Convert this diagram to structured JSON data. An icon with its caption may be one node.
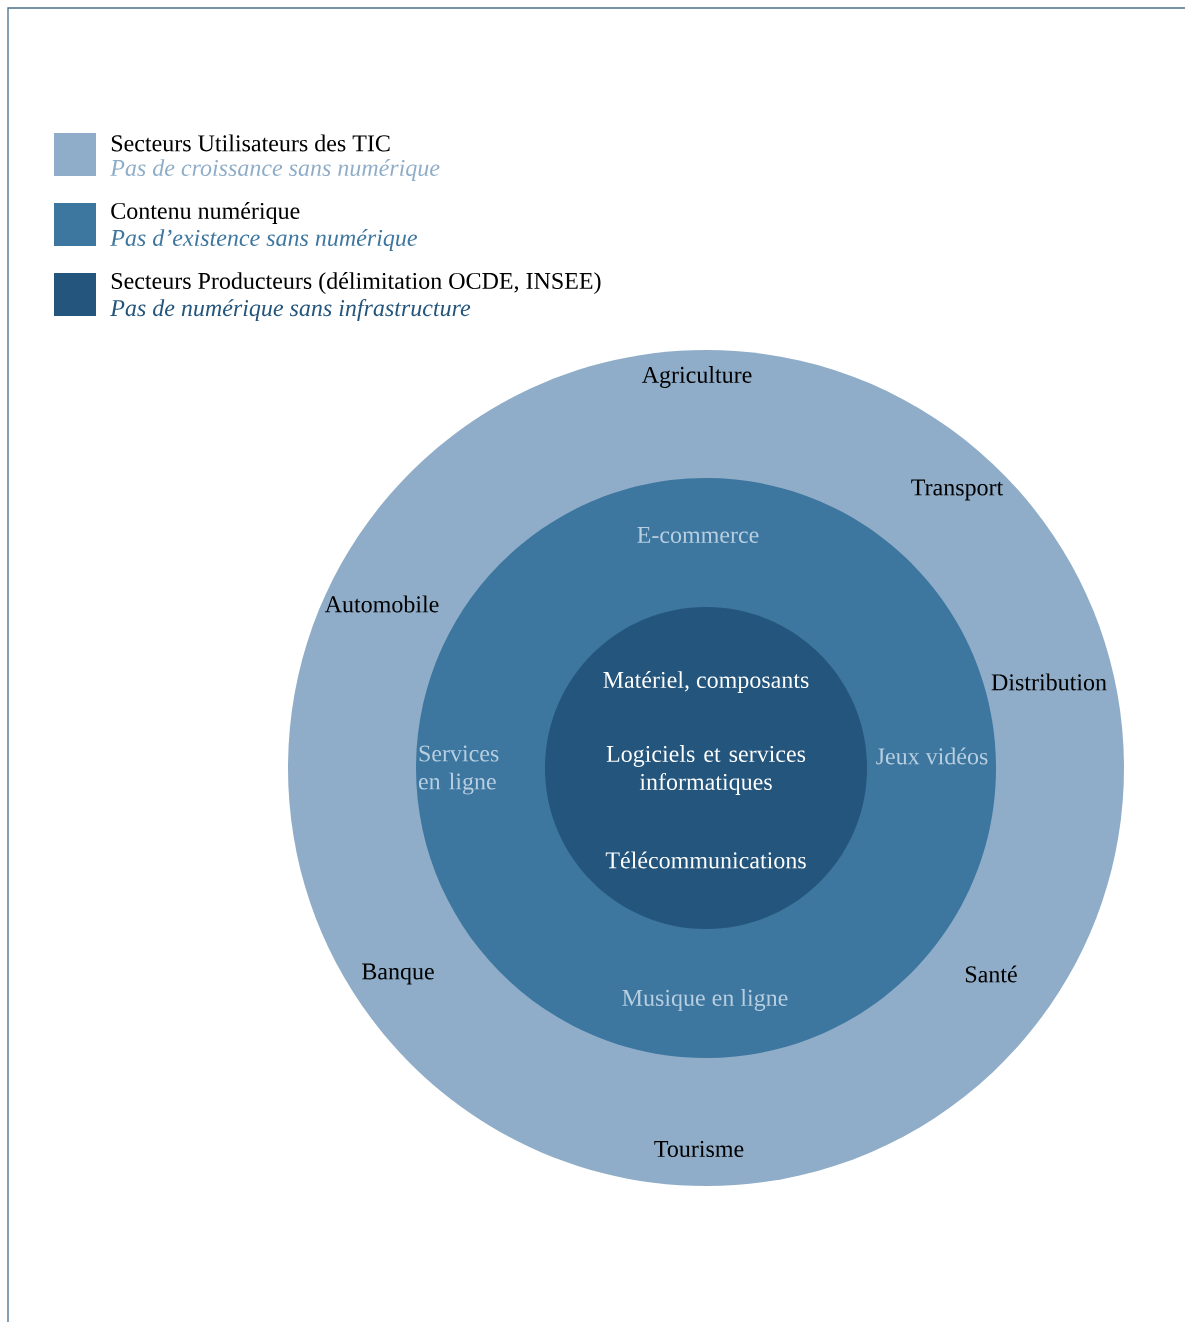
{
  "diagram": {
    "nodes": [
      {
        "text": [
          "Agriculture",
          "Transport",
          "Distribution",
          "Santé",
          "Tourisme",
          "Banque",
          "Automobile"
        ]
      },
      {
        "text": [
          "E-commerce",
          "Jeux vidéos",
          "Musique en ligne",
          "Services en ligne"
        ],
        "in": 0
      },
      {
        "text": [
          "Matériel, composants",
          "Logiciels et services informatiques",
          "Télécommunications"
        ],
        "in": 1
      }
    ],
    "edges": [],
    "labels": [
      "Pas de croissance sans numérique",
      "Pas d’existence sans numérique",
      "Pas de numérique sans infrastructure"
    ],
    "legend": [
      {
        "text": "Secteurs Utilisateurs des TIC",
        "color": "#8fadc8"
      },
      {
        "text": "Contenu numérique",
        "color": "#3d769e"
      },
      {
        "text": "Secteurs Producteurs (délimitation OCDE, INSEE)",
        "color": "#24557c"
      }
    ]
  }
}
